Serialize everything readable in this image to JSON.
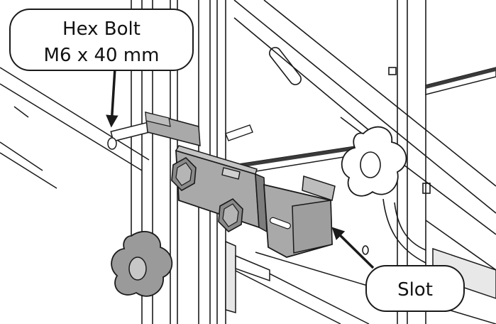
{
  "callouts": {
    "bolt_line1": "Hex Bolt",
    "bolt_line2": "M6 x 40 mm",
    "slot": "Slot"
  },
  "colors": {
    "line": "#1a1a1a",
    "part_gray": "#a9a9a9",
    "part_dark": "#7d7d7d",
    "background": "#ffffff"
  }
}
